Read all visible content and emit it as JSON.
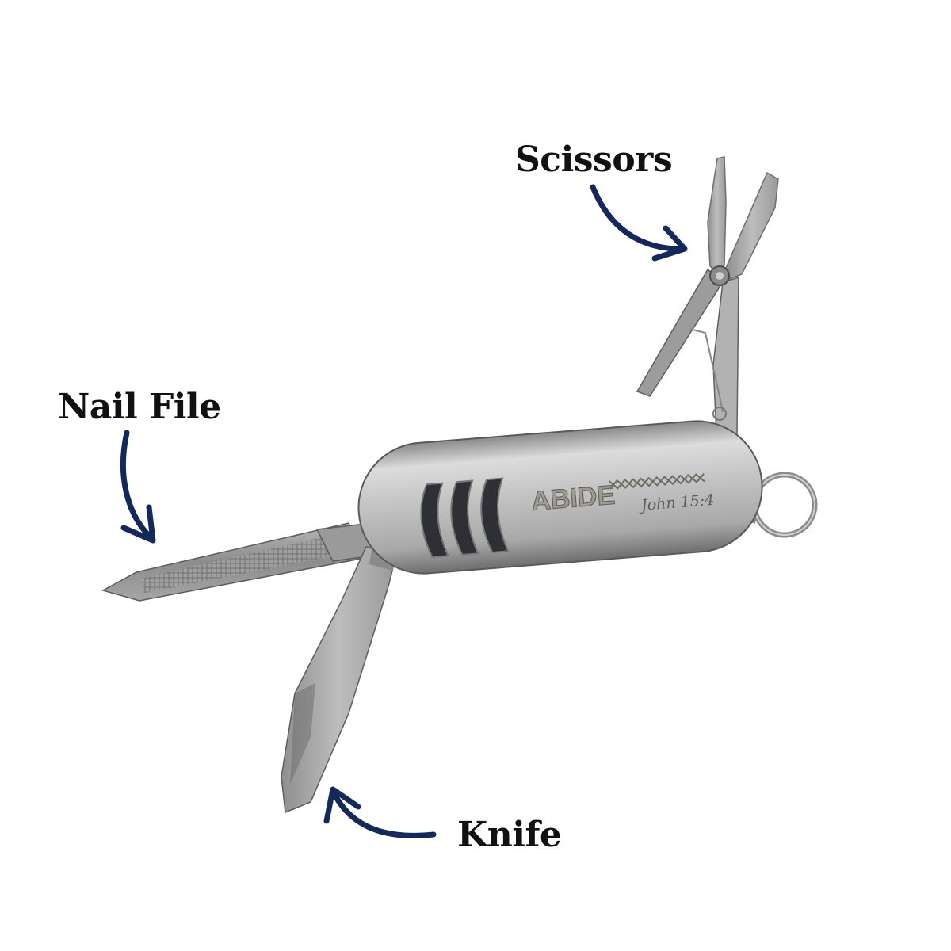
{
  "callouts": {
    "scissors": "Scissors",
    "nail_file": "Nail File",
    "knife": "Knife"
  },
  "engraving": {
    "word": "ABIDE",
    "verse": "John 15:4"
  },
  "colors": {
    "arrow": "#14285a",
    "steel_light": "#d4d4d4",
    "steel_mid": "#a9a9a9",
    "steel_dark": "#7c7c7c",
    "label_text": "#111111"
  },
  "icons": [
    "arrow-icon",
    "multitool-illustration"
  ]
}
